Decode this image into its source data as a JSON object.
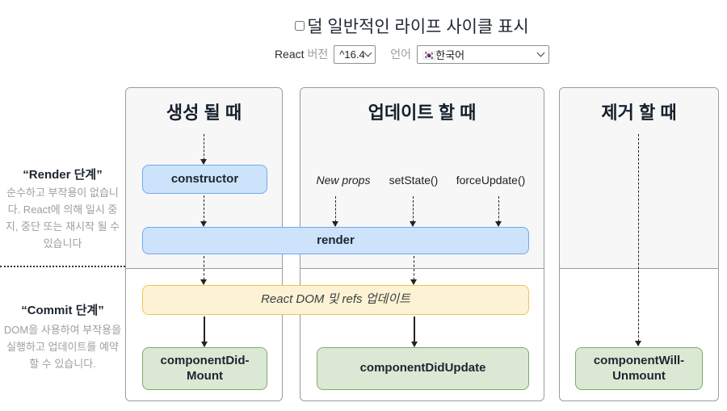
{
  "header": {
    "toggle_label": "덜 일반적인 라이프 사이클 표시",
    "react_label": "React",
    "version_label": "버전",
    "version_value": "^16.4",
    "language_label": "언어",
    "language_value": "🇰🇷한국어"
  },
  "sidebar": {
    "render_phase": {
      "title": "“Render 단계”",
      "description": "순수하고 부작용이 없습니다. React에 의해 일시 중지, 중단 또는 재시작 될 수 있습니다"
    },
    "commit_phase": {
      "title": "“Commit 단계”",
      "description": "DOM을 사용하여 부작용을 실행하고 업데이트를 예약 할 수 있습니다."
    }
  },
  "columns": [
    {
      "title": "생성 될 때"
    },
    {
      "title": "업데이트 할 때"
    },
    {
      "title": "제거 할 때"
    }
  ],
  "update_triggers": [
    "New props",
    "setState()",
    "forceUpdate()"
  ],
  "nodes": {
    "constructor": "constructor",
    "render": "render",
    "react_dom": "React DOM 및 refs 업데이트",
    "component_did_mount": "componentDid-\nMount",
    "component_did_update": "componentDidUpdate",
    "component_will_unmount": "componentWill-\nUnmount"
  },
  "colors": {
    "column_border": "#9b9b9b",
    "column_top_bg": "#f7f7f7",
    "blue_bg": "#cce3fb",
    "blue_border": "#74a7ec",
    "yellow_bg": "#fdf2d4",
    "yellow_border": "#eec552",
    "green_bg": "#dbe9d4",
    "green_border": "#7cab68",
    "arrow_color": "#222222",
    "text_dark": "#1d2530",
    "text_gray": "#9e9e9e"
  }
}
